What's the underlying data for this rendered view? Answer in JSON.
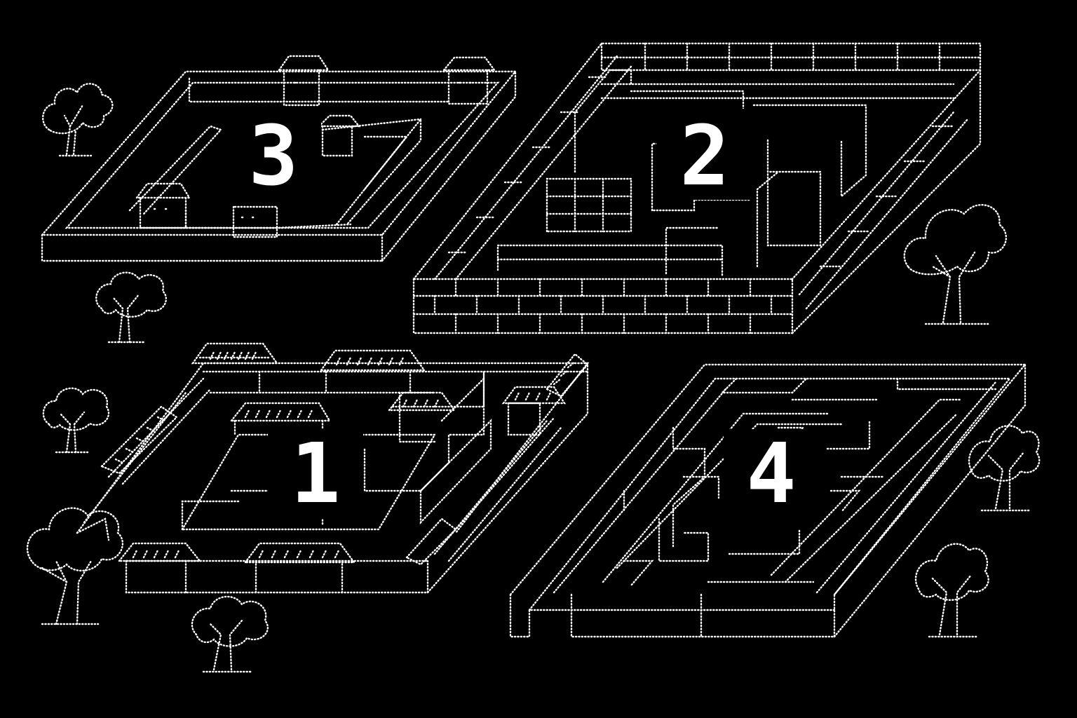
{
  "labels": {
    "fortress_1": "1",
    "fortress_2": "2",
    "fortress_3": "3",
    "fortress_4": "4"
  },
  "colors": {
    "background": "#000000",
    "linework": "#ffffff"
  },
  "icons": [
    "tree-icon",
    "house-icon",
    "gate-tower-icon"
  ]
}
